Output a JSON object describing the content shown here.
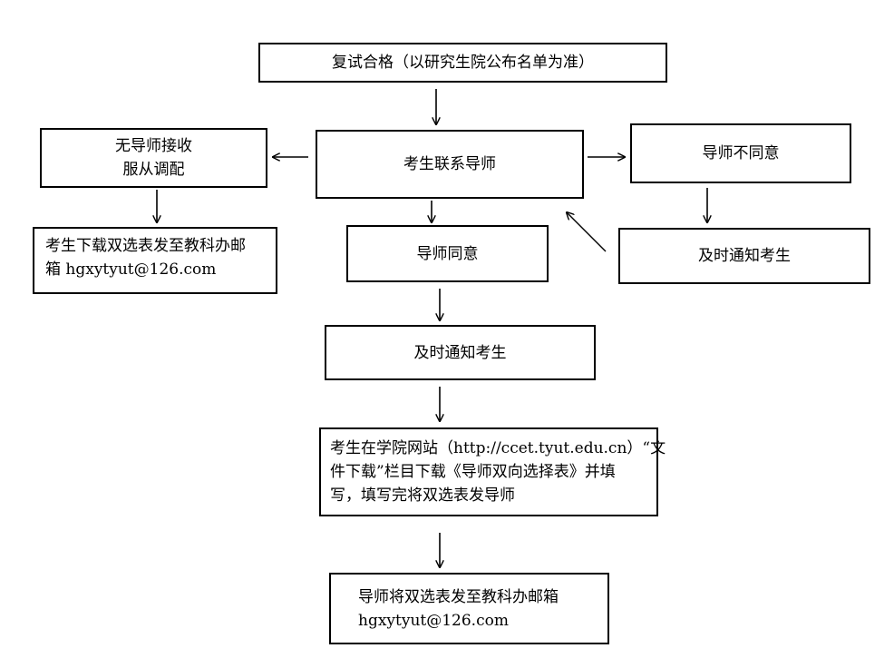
{
  "nodes": {
    "retest_pass": {
      "text": "复试合格（以研究生院公布名单为准）"
    },
    "no_supervisor": {
      "lines": [
        "无导师接收",
        "服从调配"
      ]
    },
    "contact": {
      "text": "考生联系导师"
    },
    "disagree": {
      "text": "导师不同意"
    },
    "download_left": {
      "lines": [
        "考生下载双选表发至教科办邮",
        "箱 hgxytyut@126.com"
      ]
    },
    "agree": {
      "text": "导师同意"
    },
    "notify_right": {
      "text": "及时通知考生"
    },
    "notify_center": {
      "text": "及时通知考生"
    },
    "download_form": {
      "lines": [
        "考生在学院网站（http://ccet.tyut.edu.cn）“文",
        "件下载”栏目下载《导师双向选择表》并填",
        "写，填写完将双选表发导师"
      ]
    },
    "final": {
      "lines": [
        "导师将双选表发至教科办邮箱",
        "hgxytyut@126.com"
      ]
    }
  }
}
